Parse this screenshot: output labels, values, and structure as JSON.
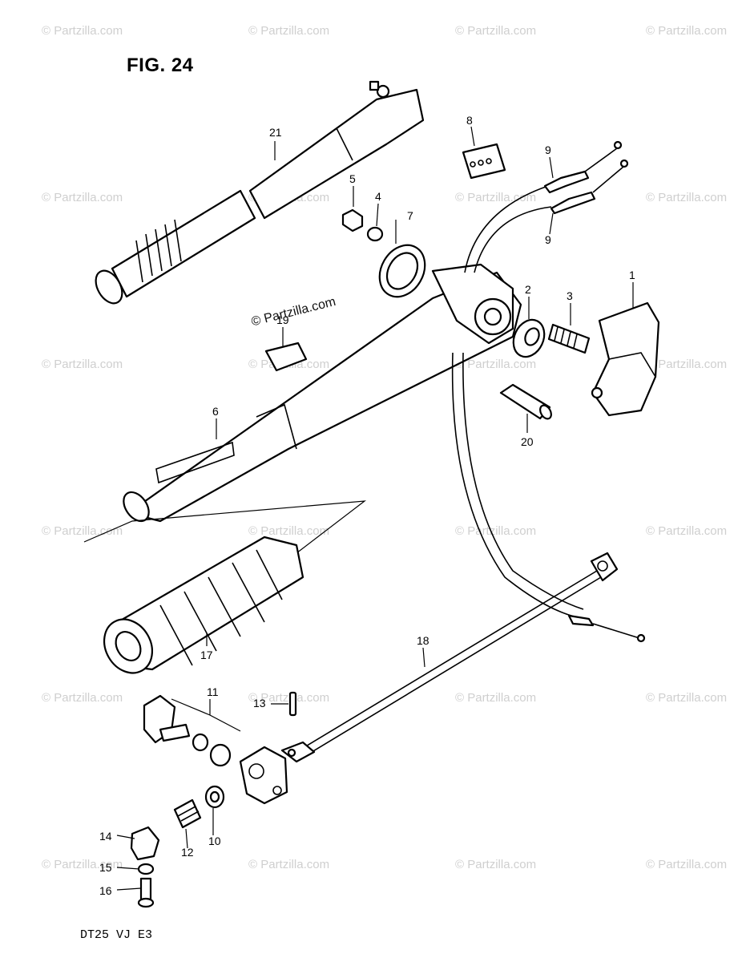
{
  "figure": {
    "title": "FIG. 24",
    "model_code": "DT25  VJ  E3"
  },
  "watermark": {
    "text": "© Partzilla.com",
    "feature_text": "© Partzilla.com"
  },
  "callouts": [
    "1",
    "2",
    "3",
    "4",
    "5",
    "6",
    "7",
    "8",
    "9",
    "9",
    "10",
    "11",
    "12",
    "13",
    "14",
    "15",
    "16",
    "17",
    "18",
    "19",
    "20",
    "21"
  ]
}
